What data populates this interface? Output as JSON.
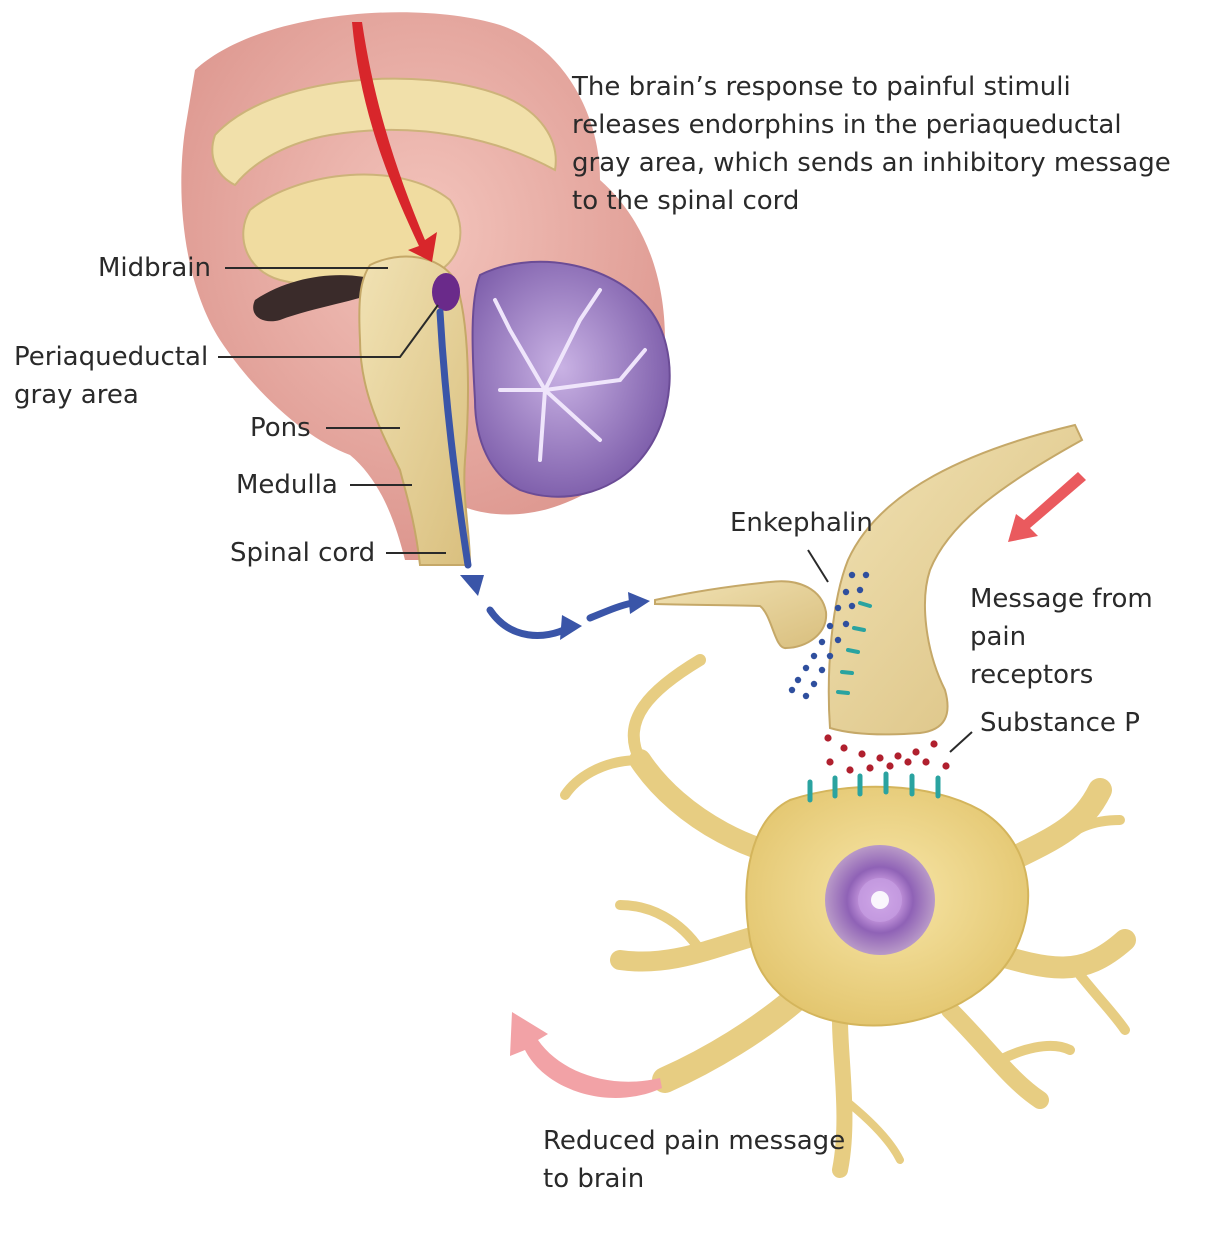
{
  "caption": {
    "line1": "The brain’s response to painful stimuli",
    "line2": "releases endorphins in the periaqueductal",
    "line3": "gray area, which sends an inhibitory message",
    "line4": "to the spinal cord"
  },
  "labels": {
    "midbrain": "Midbrain",
    "pag_line1": "Periaqueductal",
    "pag_line2": "gray area",
    "pons": "Pons",
    "medulla": "Medulla",
    "spinal_cord": "Spinal cord",
    "enkephalin": "Enkephalin",
    "message_line1": "Message from",
    "message_line2": "pain",
    "message_line3": "receptors",
    "substance_p": "Substance P",
    "reduced_line1": "Reduced pain message",
    "reduced_line2": "to brain"
  },
  "colors": {
    "pain_signal_arrow": "#d8262b",
    "inhibitory_arrow": "#3a55a8",
    "reduced_message_arrow": "#f2a2a6",
    "neuron_tissue": "#e8d49a",
    "brain_cortex": "#e8aaa2",
    "cerebellum": "#9f7ec6",
    "periaqueductal_gray": "#6a2a8a",
    "enkephalin_molecules": "#2f4f9e",
    "substance_p_molecules": "#b0202e",
    "receptors": "#2aa3a0"
  }
}
